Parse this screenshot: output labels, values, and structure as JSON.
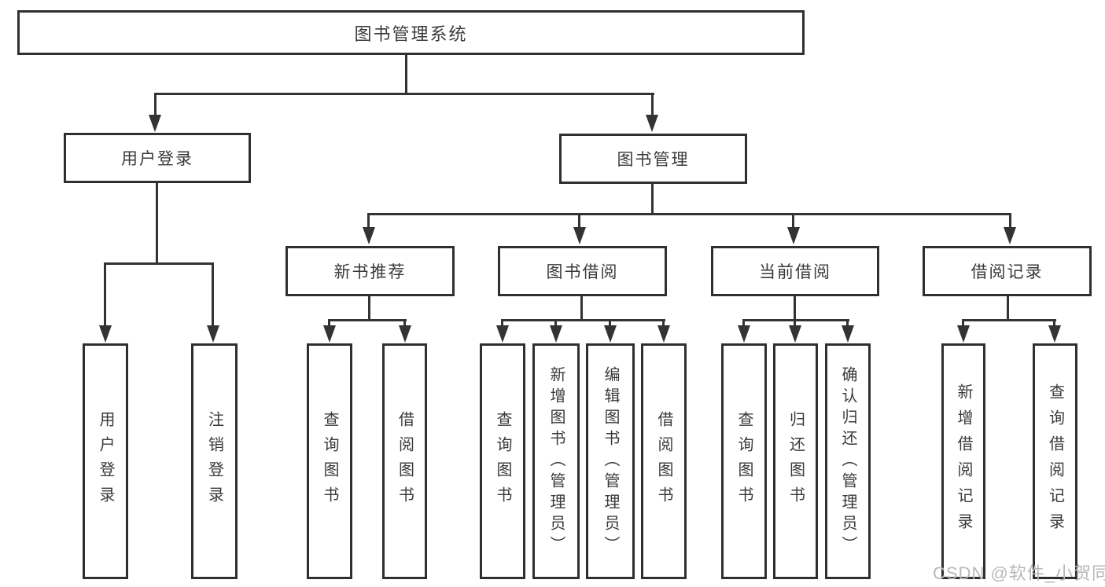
{
  "tree": {
    "root": {
      "label": "图书管理系统",
      "children": [
        {
          "label": "用户登录",
          "children": [
            {
              "label": "用户登录"
            },
            {
              "label": "注销登录"
            }
          ]
        },
        {
          "label": "图书管理",
          "children": [
            {
              "label": "新书推荐",
              "children": [
                {
                  "label": "查询图书"
                },
                {
                  "label": "借阅图书"
                }
              ]
            },
            {
              "label": "图书借阅",
              "children": [
                {
                  "label": "查询图书"
                },
                {
                  "label": "新增图书（管理员）"
                },
                {
                  "label": "编辑图书（管理员）"
                },
                {
                  "label": "借阅图书"
                }
              ]
            },
            {
              "label": "当前借阅",
              "children": [
                {
                  "label": "查询图书"
                },
                {
                  "label": "归还图书"
                },
                {
                  "label": "确认归还（管理员）"
                }
              ]
            },
            {
              "label": "借阅记录",
              "children": [
                {
                  "label": "新增借阅记录"
                },
                {
                  "label": "查询借阅记录"
                }
              ]
            }
          ]
        }
      ]
    }
  },
  "watermark": {
    "text": "CSDN @软件_小贺同学",
    "color": "#b8b8b8"
  },
  "colors": {
    "line": "#333333",
    "box_border": "#2f2f2f",
    "box_background": "#ffffff",
    "text": "#3a3a3a",
    "background": "#ffffff"
  }
}
